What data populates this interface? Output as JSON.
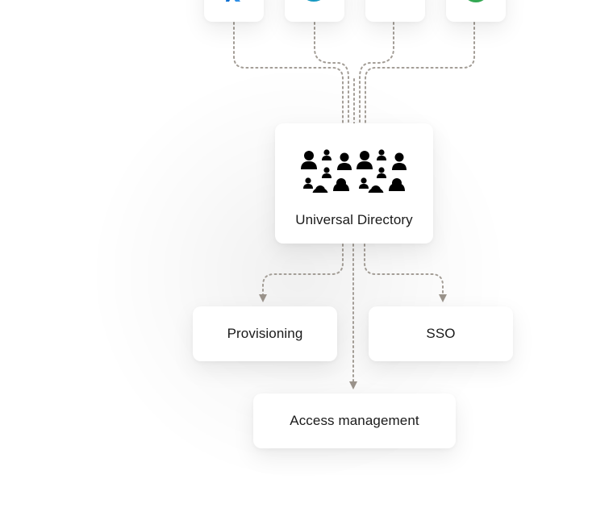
{
  "apps": [
    {
      "icon": "azure-icon",
      "color": "#0a6ed1"
    },
    {
      "icon": "salesforce-icon",
      "color": "#1798c1"
    },
    {
      "icon": "blank-app-icon",
      "color": "#ffffff"
    },
    {
      "icon": "green-circle-icon",
      "color": "#34a853"
    }
  ],
  "directory": {
    "label": "Universal Directory",
    "icon": "users-group-icon"
  },
  "outputs": {
    "provisioning": "Provisioning",
    "sso": "SSO",
    "access_management": "Access management"
  },
  "colors": {
    "connector": "#a39d96",
    "arrow": "#9a938b",
    "text": "#1a1a1a",
    "people": "#000000"
  }
}
